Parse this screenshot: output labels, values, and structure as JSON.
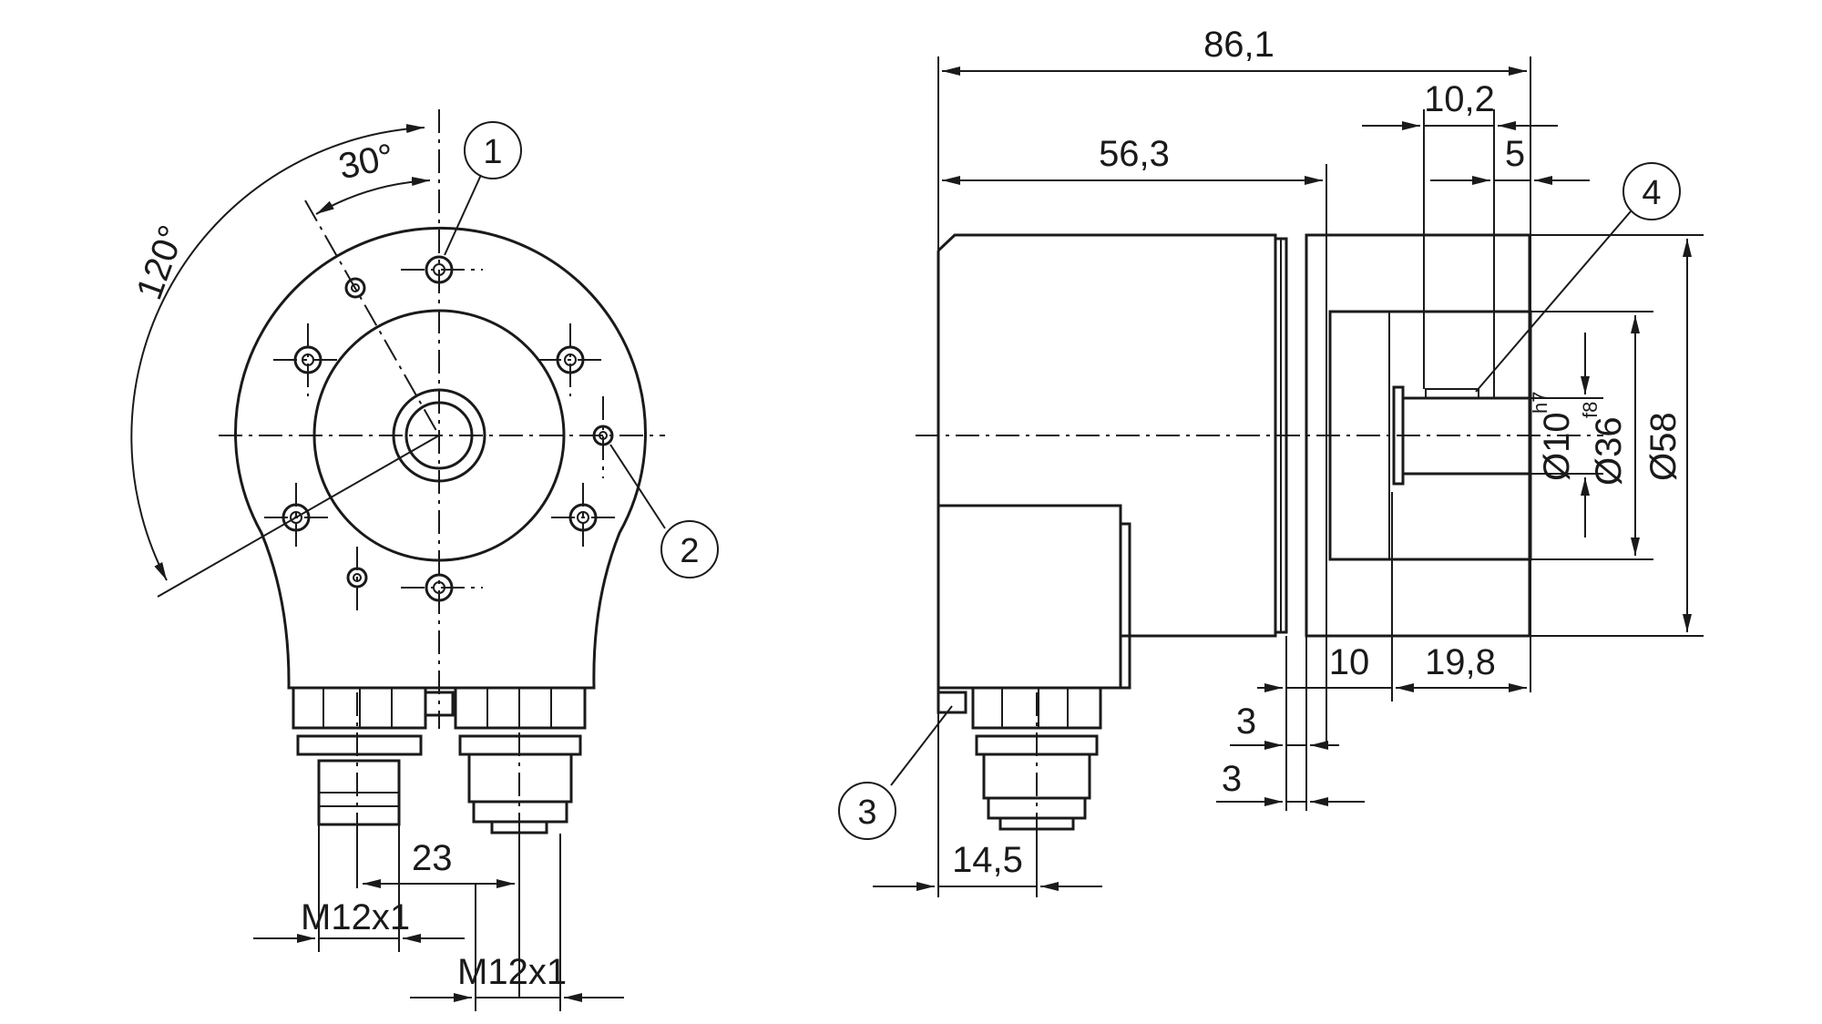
{
  "front_view": {
    "angle_30": "30°",
    "angle_120": "120°",
    "dim_23": "23",
    "conn_left": "M12x1",
    "conn_right": "M12x1"
  },
  "side_view": {
    "dim_overall": "86,1",
    "dim_body": "56,3",
    "dim_10_2": "10,2",
    "dim_5": "5",
    "dia_shaft": "Ø10",
    "dia_shaft_tol": "h7",
    "dia_spigot": "Ø36",
    "dia_spigot_tol": "f8",
    "dia_flange": "Ø58",
    "dim_10": "10",
    "dim_19_8": "19,8",
    "dim_3a": "3",
    "dim_3b": "3",
    "dim_14_5": "14,5"
  },
  "callouts": [
    "1",
    "2",
    "3",
    "4"
  ]
}
